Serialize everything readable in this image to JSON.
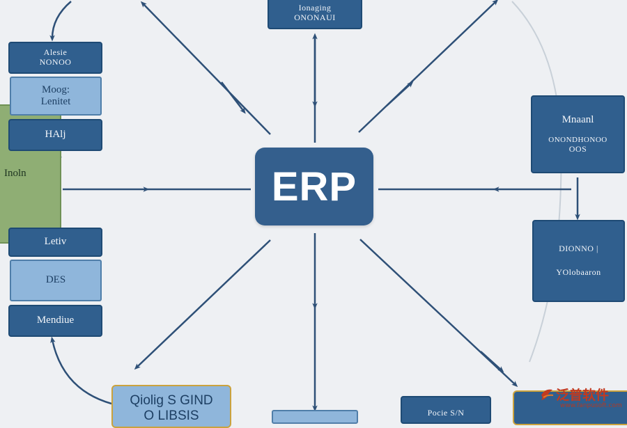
{
  "center": {
    "label": "ERP"
  },
  "nodes": {
    "top_center": {
      "lines": [
        "Ionaging",
        "ONONAUI"
      ]
    },
    "left_1": {
      "lines": [
        "Alesie",
        "NONOO"
      ]
    },
    "left_2": {
      "lines": [
        "Moog:",
        "Lenitet"
      ]
    },
    "left_3": {
      "lines": [
        "HAlj"
      ]
    },
    "left_green": {
      "lines": [
        "Inoln"
      ]
    },
    "left_4": {
      "lines": [
        "Letiv"
      ]
    },
    "left_5": {
      "lines": [
        "DES"
      ]
    },
    "left_6": {
      "lines": [
        "Mendiue"
      ]
    },
    "right_1": {
      "lines": [
        "Mnaanl",
        "ONONDHONOO",
        "OOS"
      ]
    },
    "right_2": {
      "lines": [
        "DIONNO |",
        "YOlobaaron"
      ]
    },
    "bottom_left": {
      "lines": [
        "Qiolig S GIND",
        "O LIBSIS"
      ]
    },
    "bottom_right": {
      "lines": [
        "Pocie S/N"
      ]
    }
  },
  "watermark": {
    "brand": "泛普软件",
    "url": "www.fanpusoft.com"
  },
  "colors": {
    "dark_blue": "#305f8e",
    "light_blue": "#8fb6db",
    "green": "#8fae74",
    "arrow": "#2e5077",
    "background": "#eef0f3"
  }
}
